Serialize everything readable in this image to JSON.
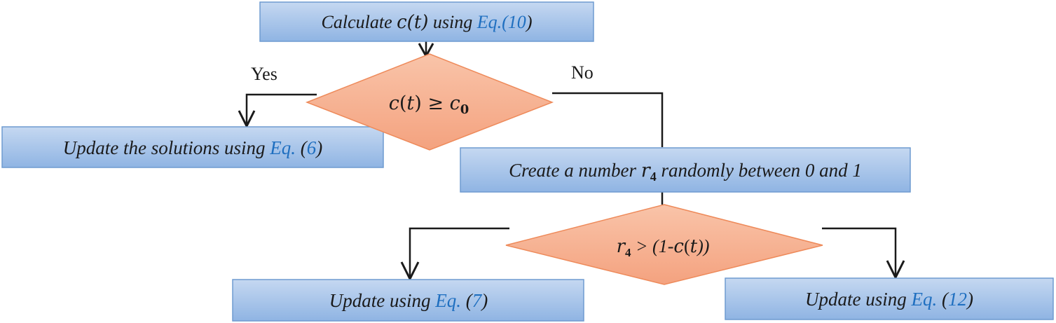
{
  "nodes": {
    "calc": {
      "pre": "Calculate ",
      "math": "c(t)",
      "mid": " using ",
      "ref": "Eq.",
      "ref_num": "(10",
      "post": ")"
    },
    "decision1": {
      "m1": "c",
      "m2": "(",
      "m3": "t",
      "m4": ")",
      "op": " ≥ ",
      "m5": "c",
      "sub": "0"
    },
    "update6": {
      "pre": "Update the solutions using ",
      "ref": "Eq.",
      "mid": " (",
      "ref_num": "6",
      "post": ")"
    },
    "create_r4": {
      "pre": "Create a number ",
      "math": "r",
      "sub": "4",
      "post": " randomly between 0 and 1"
    },
    "decision2": {
      "math": "r",
      "sub": "4",
      "post": " > (1-",
      "math2": "c",
      "paren": "(",
      "math3": "t",
      "close": "))"
    },
    "update7": {
      "pre": "Update using ",
      "ref": "Eq.",
      "mid": " (",
      "ref_num": "7",
      "post": ")"
    },
    "update12": {
      "pre": "Update using ",
      "ref": "Eq.",
      "mid": " (",
      "ref_num": "12",
      "post": ")"
    }
  },
  "labels": {
    "yes": "Yes",
    "no": "No"
  },
  "colors": {
    "box_top": "#c5d8f1",
    "box_bottom": "#8fb4e3",
    "box_border": "#6f9bd0",
    "diamond_top": "#f9c4a9",
    "diamond_bottom": "#f4a27f",
    "diamond_border": "#ee8a5a",
    "ref": "#1f6fc0",
    "line": "#1a1a1a"
  }
}
